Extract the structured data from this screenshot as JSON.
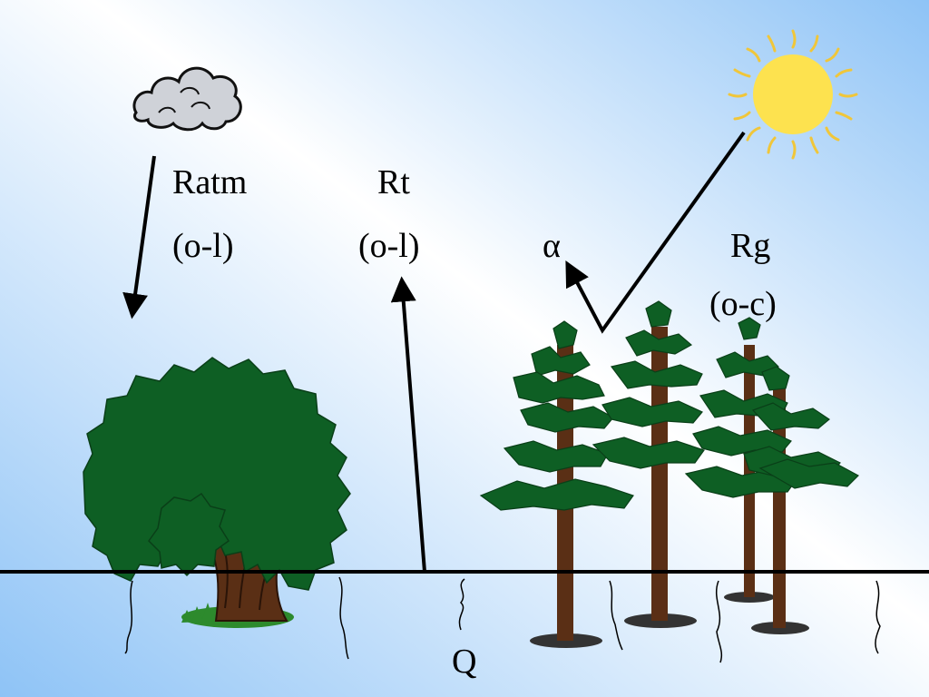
{
  "labels": {
    "atmospheric_radiation": "Ratm",
    "atmospheric_radiation_band": "(o-l)",
    "terrestrial_radiation": "Rt",
    "terrestrial_radiation_band": "(o-l)",
    "albedo": "α",
    "global_radiation": "Rg",
    "global_radiation_band": "(o-c)",
    "ground_heat_flux": "Q"
  },
  "colors": {
    "sky_top": "#a9cff7",
    "sky_bottom": "#ffffff",
    "sun": "#fde24f",
    "sun_rays": "#f3c93a",
    "cloud": "#cdd0d6",
    "foliage": "#0e5f24",
    "trunk": "#5a2f15",
    "grass": "#2d8a2d"
  },
  "icons": [
    "cloud-icon",
    "sun-icon",
    "oak-tree-icon",
    "pine-tree-icon"
  ]
}
